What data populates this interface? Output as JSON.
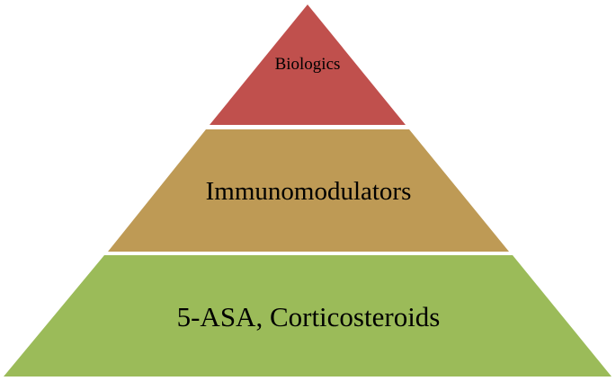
{
  "tiers": [
    {
      "label": "Biologics",
      "color": "#C0504D"
    },
    {
      "label": "Immunomodulators",
      "color": "#BE9A55"
    },
    {
      "label": "5-ASA, Corticosteroids",
      "color": "#9BBB59"
    }
  ]
}
